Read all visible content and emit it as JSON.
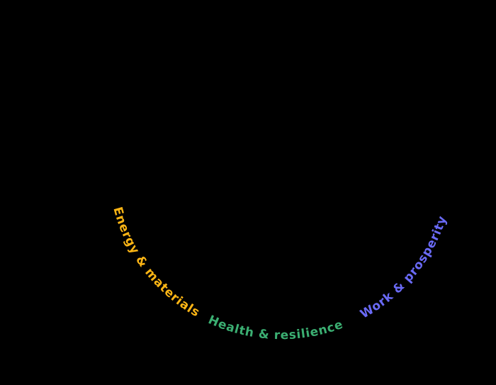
{
  "background_color": "#000000",
  "arc_labels": [
    {
      "label": "Energy & materials",
      "color": "#FCB515"
    },
    {
      "label": "Health & resilience",
      "color": "#3BAF72"
    },
    {
      "label": "Work & prosperity",
      "color": "#6A6AF6"
    }
  ]
}
